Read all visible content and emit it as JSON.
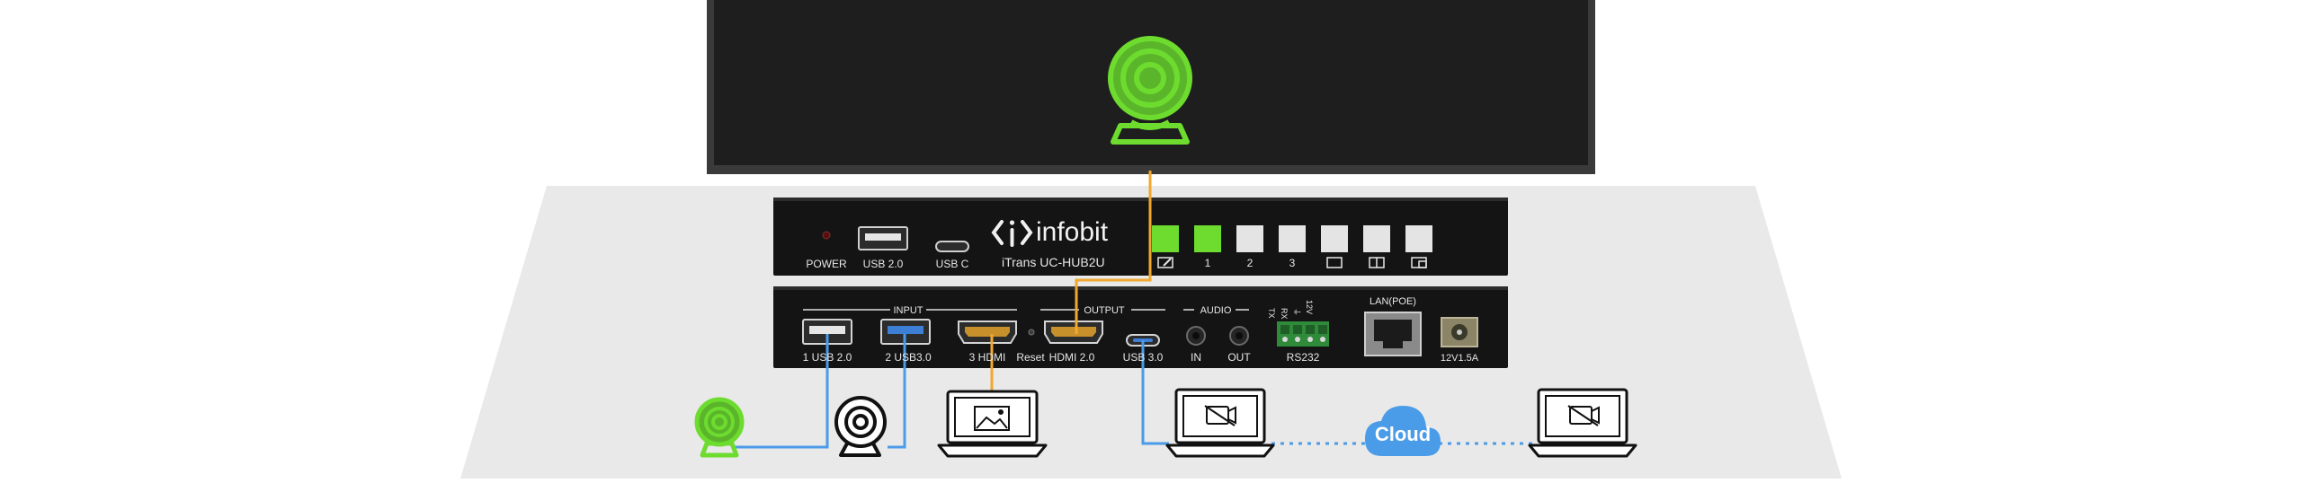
{
  "device": {
    "brand": "infobit",
    "model": "iTrans UC-HUB2U",
    "front_panel": {
      "power_label": "POWER",
      "usb20_label": "USB 2.0",
      "usbc_label": "USB C",
      "buttons": [
        {
          "label": "",
          "icon": "edit-screen-icon",
          "lit": true
        },
        {
          "label": "1",
          "lit": true
        },
        {
          "label": "2",
          "lit": false
        },
        {
          "label": "3",
          "lit": false
        },
        {
          "label": "",
          "icon": "single-view-icon",
          "lit": false
        },
        {
          "label": "",
          "icon": "split-view-icon",
          "lit": false
        },
        {
          "label": "",
          "icon": "pip-view-icon",
          "lit": false
        }
      ]
    },
    "rear_panel": {
      "input_group": "INPUT",
      "output_group": "OUTPUT",
      "audio_group": "AUDIO",
      "ports": {
        "in1": "1  USB 2.0",
        "in2": "2  USB3.0",
        "in3": "3  HDMI",
        "reset": "Reset",
        "hdmi_out": "HDMI 2.0",
        "usb30": "USB 3.0",
        "audio_in": "IN",
        "audio_out": "OUT",
        "rs232": "RS232",
        "rs232_pins": [
          "TX",
          "RX",
          "⏚",
          "12V"
        ],
        "lan": "LAN(POE)",
        "power": "12V1.5A"
      }
    }
  },
  "cloud_label": "Cloud",
  "colors": {
    "usb_line": "#4a9be8",
    "hdmi_line": "#f0a830",
    "accent_green": "#6ddc2f",
    "cloud": "#4a9be8",
    "chassis": "#141414",
    "floor": "#e9e9e9"
  }
}
